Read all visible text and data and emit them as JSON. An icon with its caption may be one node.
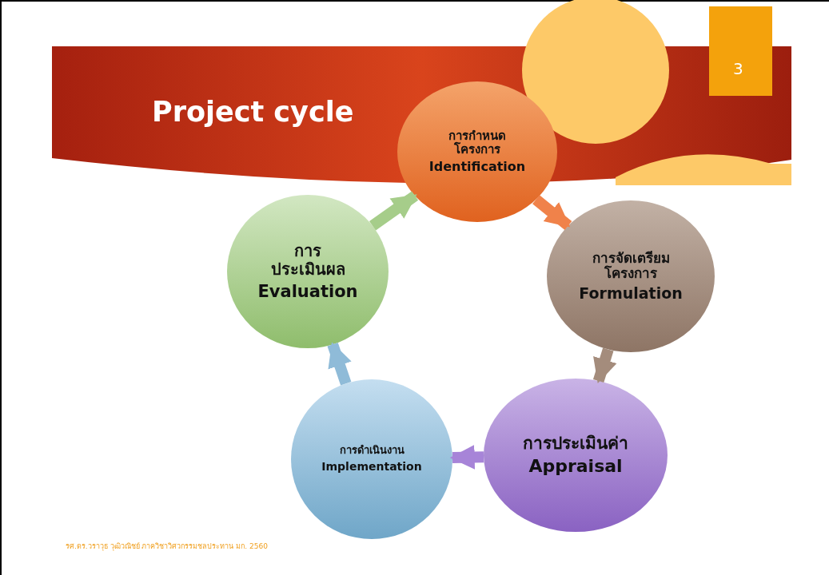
{
  "diagram": {
    "title": "Project cycle",
    "nodes": [
      {
        "text": [
          "การกำหนดโครงการ",
          "Identification"
        ]
      },
      {
        "text": [
          "การจัดเตรียมโครงการ",
          "Formulation"
        ]
      },
      {
        "text": [
          "การประเมินค่า",
          "Appraisal"
        ]
      },
      {
        "text": [
          "การดำเนินงาน",
          "Implementation"
        ]
      },
      {
        "text": [
          "การประเมินผล",
          "Evaluation"
        ]
      }
    ],
    "edges": [
      {
        "from": 0,
        "to": 1,
        "arrow": "to",
        "color": "#f0824a"
      },
      {
        "from": 1,
        "to": 2,
        "arrow": "to",
        "color": "#a48c7c"
      },
      {
        "from": 2,
        "to": 3,
        "arrow": "to",
        "color": "#a784d8"
      },
      {
        "from": 3,
        "to": 4,
        "arrow": "to",
        "color": "#8fbbd8"
      },
      {
        "from": 4,
        "to": 0,
        "arrow": "to",
        "color": "#a6cd8a"
      }
    ],
    "labels": [
      "3",
      "รศ.ดร.วราวุธ วุฒิวณิชย์ ภาควิชาวิศวกรรมชลประทาน มก. 2560"
    ]
  }
}
